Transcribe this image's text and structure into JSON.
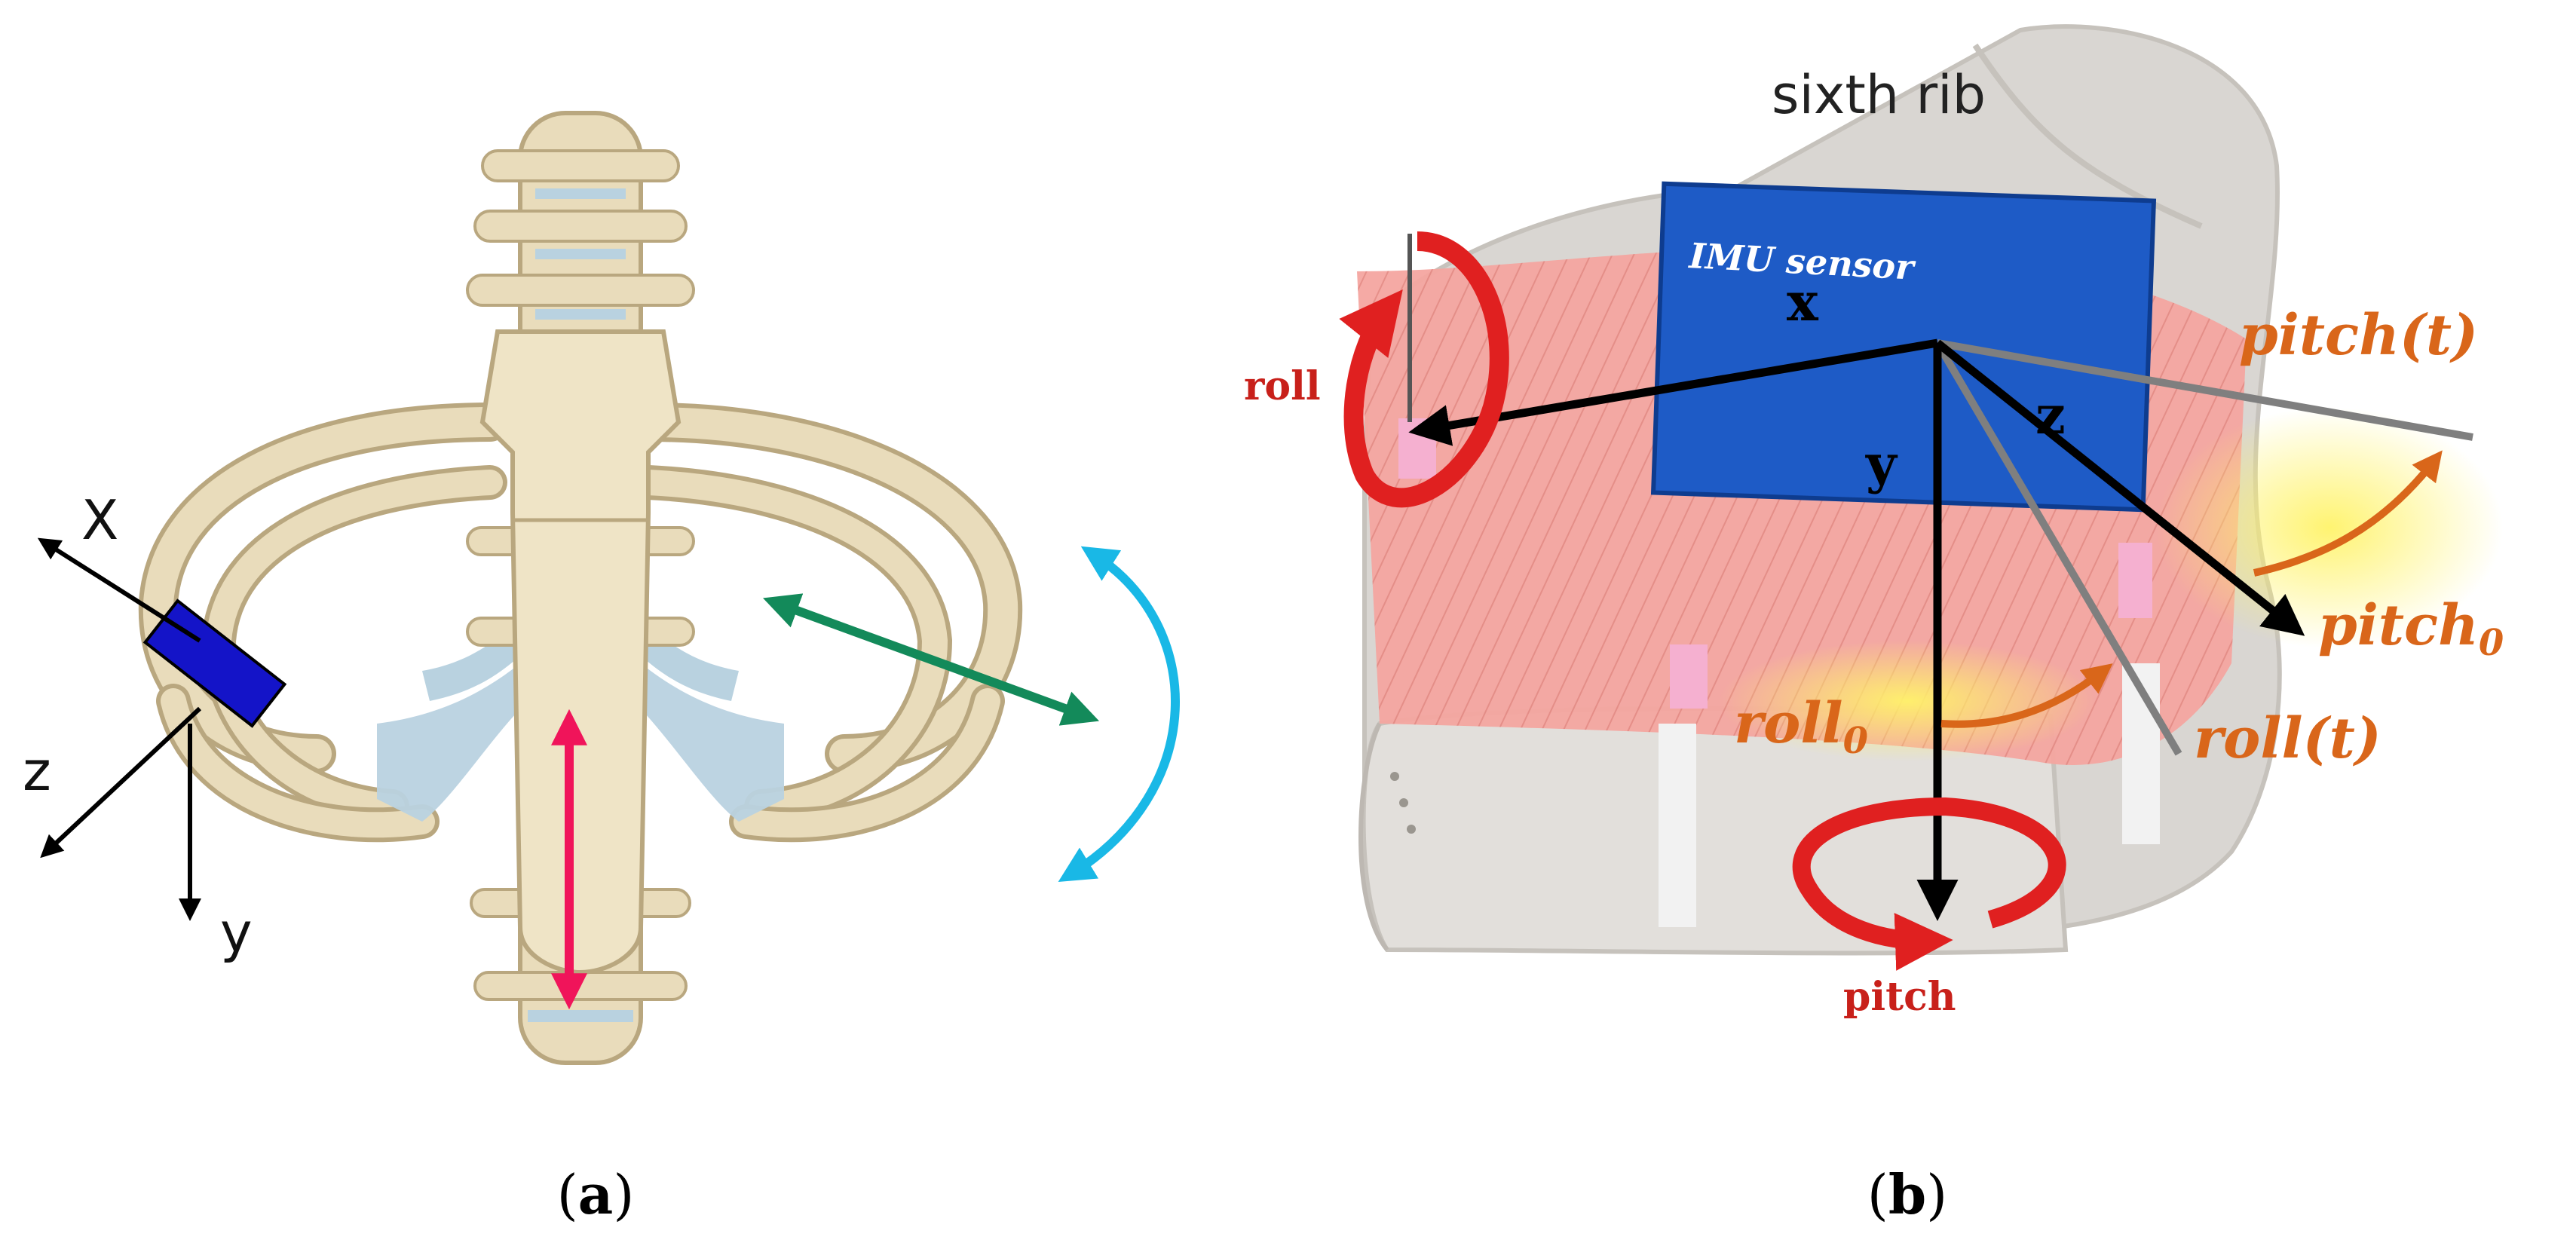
{
  "panel_a": {
    "caption": {
      "open": "(",
      "letter": "a",
      "close": ")"
    },
    "axes": {
      "x": "X",
      "z": "z",
      "y": "y"
    }
  },
  "panel_b": {
    "caption": {
      "open": "(",
      "letter": "b",
      "close": ")"
    },
    "rib_label": "sixth rib",
    "sensor_label": "IMU sensor",
    "axes": {
      "x": "x",
      "y": "y",
      "z": "z"
    },
    "rotations": {
      "roll": "roll",
      "pitch": "pitch"
    },
    "angles": {
      "pitch_t": {
        "base": "pitch",
        "arg": "(t)"
      },
      "pitch_0": {
        "base": "pitch",
        "sub": "0"
      },
      "roll_0": {
        "base": "roll",
        "sub": "0"
      },
      "roll_t": {
        "base": "roll",
        "arg": "(t)"
      }
    }
  },
  "colors": {
    "bone": "#e9dcbb",
    "bone_outline": "#b9a77f",
    "cartilage": "#b9d2e0",
    "sensor_a": "#1414c8",
    "sensor_b": "#1e5bc6",
    "muscle": "#f4a6a0",
    "rotation_red": "#e02020",
    "angle_orange": "#d9661a",
    "sternum_arrow": "#f0145a",
    "rib_arrow_green": "#138a5a",
    "swing_arrow_cyan": "#19b8e6"
  }
}
